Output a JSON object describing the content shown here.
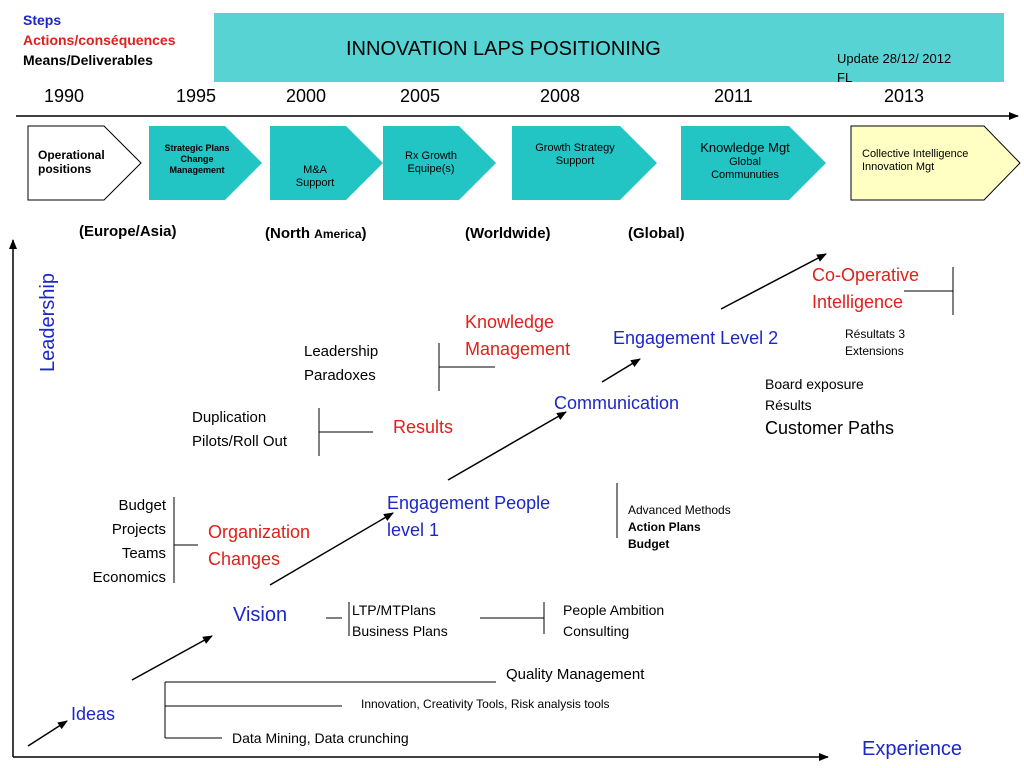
{
  "legend": {
    "steps": "Steps",
    "actions": "Actions/conséquences",
    "means": "Means/Deliverables",
    "colors": {
      "steps": "#1b27c8",
      "actions": "#e0201b",
      "means": "#000000"
    }
  },
  "banner": {
    "title": "INNOVATION LAPS POSITIONING",
    "update_line1": "Update  28/12/ 2012",
    "update_line2": "FL",
    "color": "#58d3d3"
  },
  "timeline": {
    "years": [
      "1990",
      "1995",
      "2000",
      "2005",
      "2008",
      "2011",
      "2013"
    ],
    "regions": {
      "europe_asia": "(Europe/Asia)",
      "north": "(North ",
      "america": "America",
      "north_close": ")",
      "worldwide": "(Worldwide)",
      "global": "(Global)"
    },
    "phases": [
      {
        "line1": "Operational",
        "line2": "positions",
        "line3": ""
      },
      {
        "line1": "Strategic Plans",
        "line2": "Change",
        "line3": "Management"
      },
      {
        "line1": "M&A",
        "line2": "Support",
        "line3": ""
      },
      {
        "line1": "Rx Growth",
        "line2": "Equipe(s)",
        "line3": ""
      },
      {
        "line1": "Growth Strategy",
        "line2": "Support",
        "line3": ""
      },
      {
        "line1": "Knowledge Mgt",
        "line2": "Global",
        "line3": "Communuties"
      },
      {
        "line1": "Collective Intelligence",
        "line2": "Innovation  Mgt",
        "line3": ""
      }
    ],
    "phase_colors": {
      "first": "#ffffff",
      "middle": "#22c4c4",
      "last": "#ffffc4"
    }
  },
  "axes": {
    "y_label": "Leadership",
    "x_label": "Experience"
  },
  "steps": {
    "ideas": "Ideas",
    "vision": "Vision",
    "engagement_people_l1": "Engagement People",
    "engagement_people_l2": "level 1",
    "communication": "Communication",
    "engagement_level2": "Engagement Level 2"
  },
  "actions": {
    "org_l1": "Organization",
    "org_l2": "Changes",
    "results": "Results",
    "km_l1": "Knowledge",
    "km_l2": "Management",
    "coop_l1": "Co-Operative",
    "coop_l2": "Intelligence"
  },
  "means": {
    "budget_group": [
      "Budget",
      "Projects",
      "Teams",
      "Economics"
    ],
    "duplication_l1": "Duplication",
    "duplication_l2": "Pilots/Roll Out",
    "leadership_l1": "Leadership",
    "leadership_l2": "Paradoxes",
    "ltp_l1": "LTP/MTPlans",
    "ltp_l2": "Business Plans",
    "people_l1": "People Ambition",
    "people_l2": "Consulting",
    "quality": "Quality Management",
    "innovation_tools": "Innovation, Creativity Tools, Risk analysis tools",
    "data_mining": "Data Mining, Data crunching",
    "advanced": "Advanced Methods",
    "action_plans": "Action Plans",
    "budget": "Budget",
    "board": "Board exposure",
    "resluts": "Résults",
    "customer": "Customer Paths",
    "resultats3": "Résultats 3",
    "extensions": "Extensions"
  }
}
